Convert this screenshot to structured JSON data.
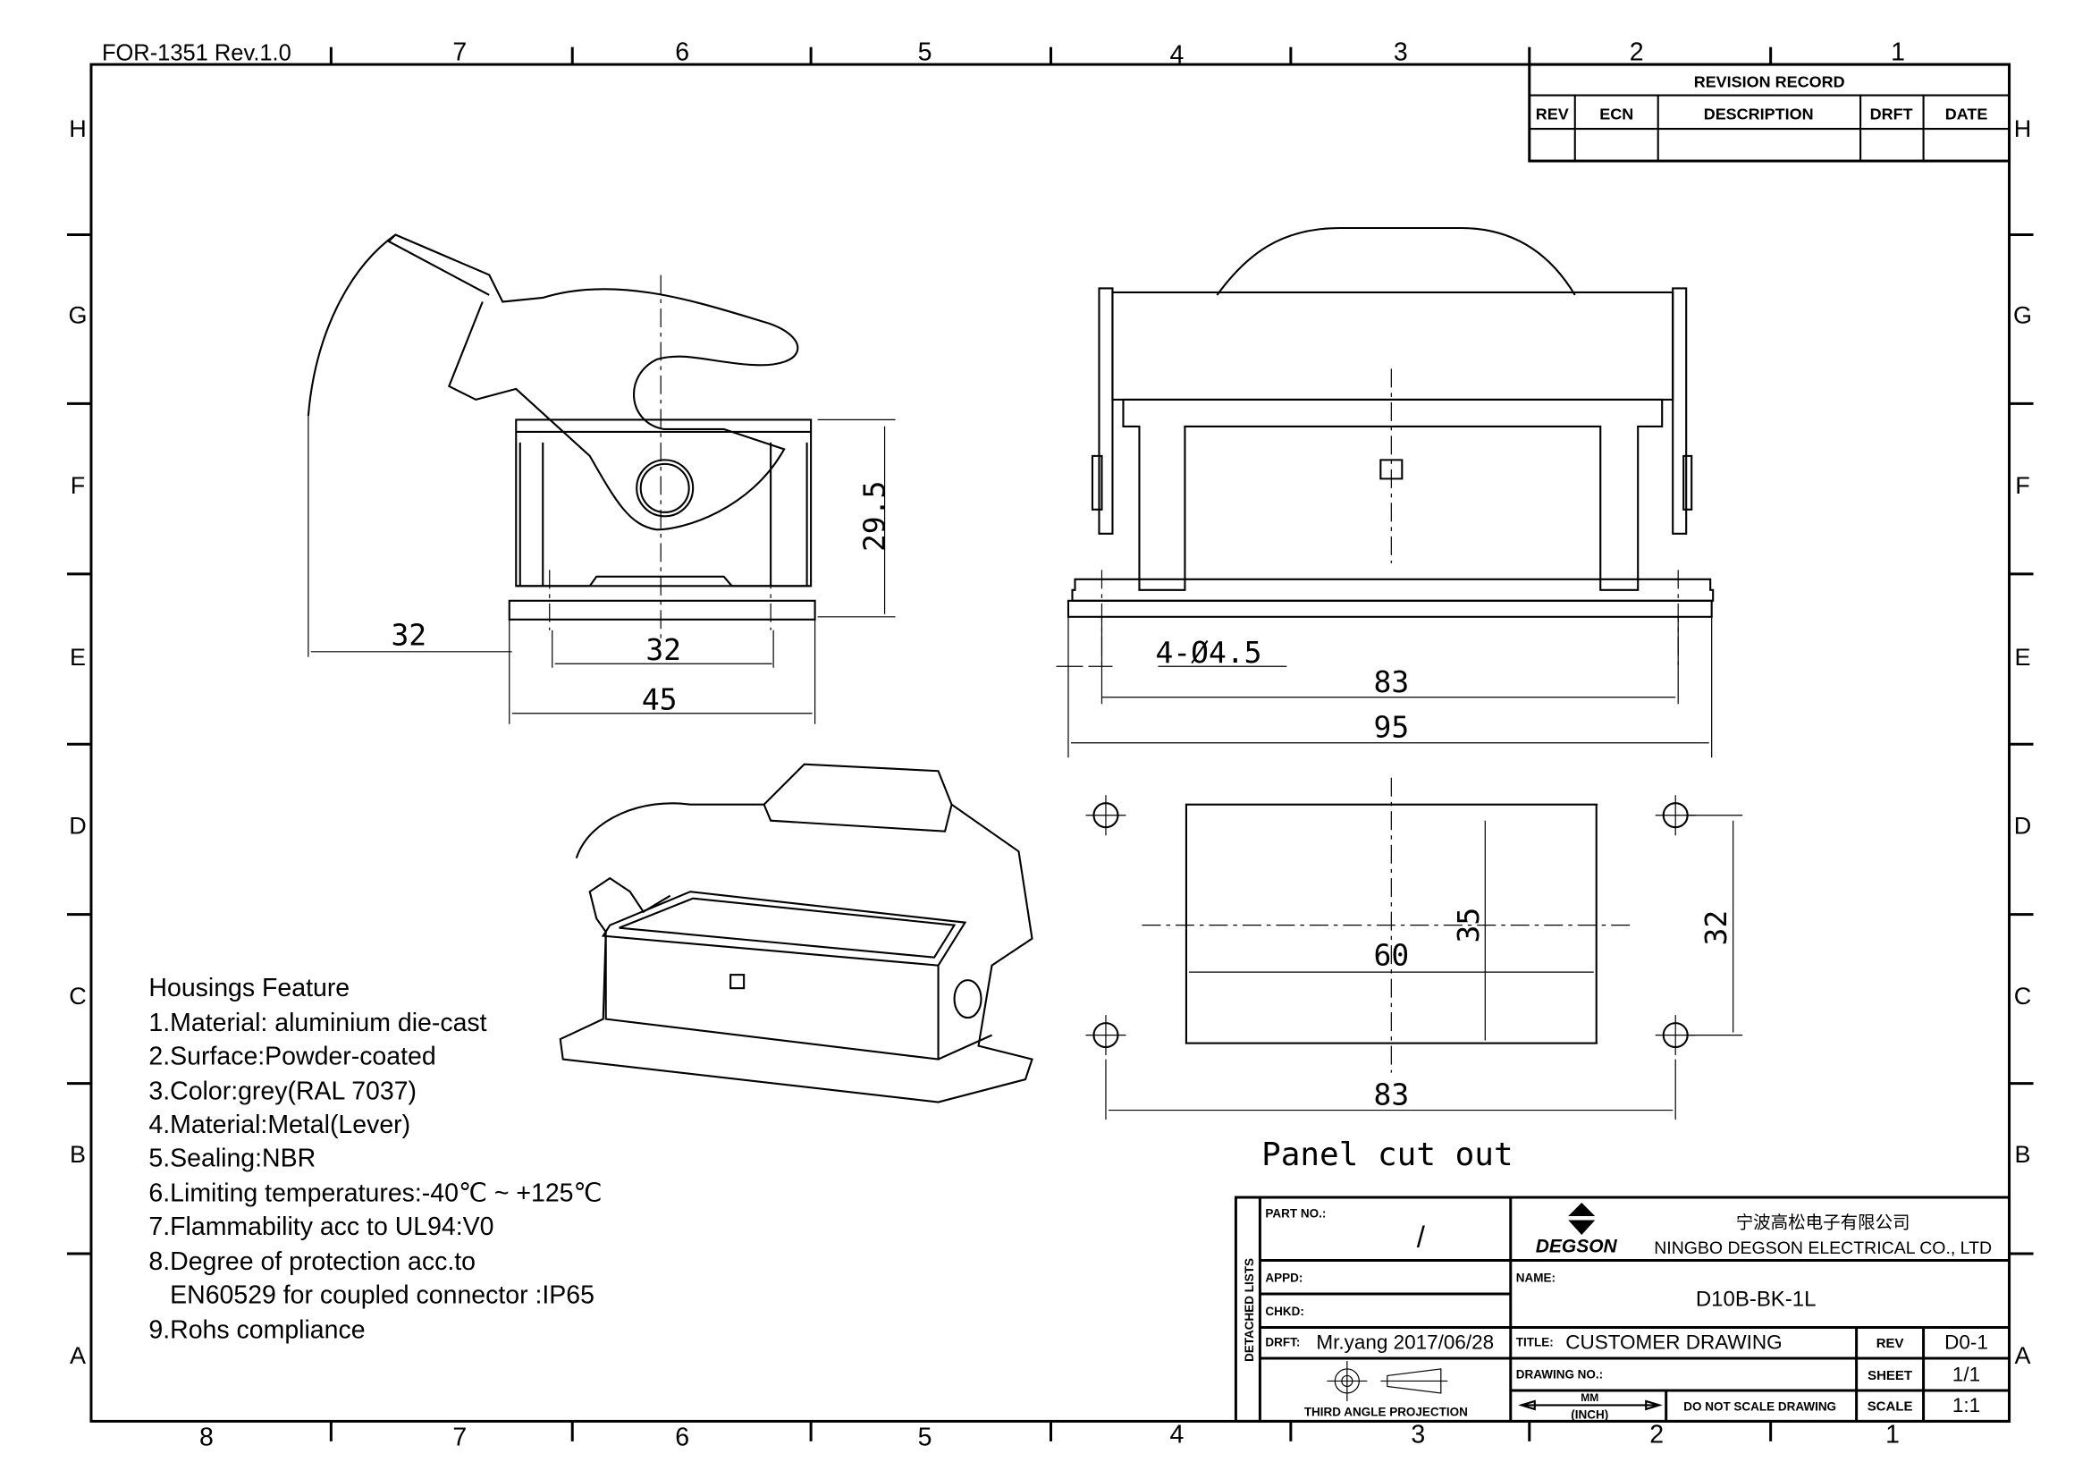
{
  "header": {
    "form_no": "FOR-1351 Rev.1.0"
  },
  "zones": {
    "columns": [
      "8",
      "7",
      "6",
      "5",
      "4",
      "3",
      "2",
      "1"
    ],
    "rows": [
      "H",
      "G",
      "F",
      "E",
      "D",
      "C",
      "B",
      "A"
    ]
  },
  "revision_record": {
    "title": "REVISION RECORD",
    "columns": [
      "REV",
      "ECN",
      "DESCRIPTION",
      "DRFT",
      "DATE"
    ]
  },
  "dimensions": {
    "side_lever": "32",
    "side_inner": "32",
    "side_width": "45",
    "side_height": "29.5",
    "holes": "4-Ø4.5",
    "front_holes": "83",
    "front_width": "95",
    "cut_height": "35",
    "cut_width": "60",
    "cut_holes_v": "32",
    "cut_holes_h": "83"
  },
  "panel_label": "Panel cut out",
  "features": {
    "title": "Housings Feature",
    "items": [
      "1.Material: aluminium die-cast",
      "2.Surface:Powder-coated",
      "3.Color:grey(RAL 7037)",
      "4.Material:Metal(Lever)",
      "5.Sealing:NBR",
      "6.Limiting temperatures:-40℃ ~ +125℃",
      "7.Flammability acc to UL94:V0",
      "8.Degree of protection acc.to",
      "   EN60529 for coupled connector :IP65",
      "9.Rohs compliance"
    ]
  },
  "title_block": {
    "detached_lists": "DETACHED LISTS",
    "part_no_label": "PART NO.:",
    "part_no": "/",
    "company_cn": "宁波高松电子有限公司",
    "company_en": "NINGBO DEGSON ELECTRICAL CO., LTD",
    "logo": "DEGSON",
    "appd_label": "APPD:",
    "chkd_label": "CHKD:",
    "drft_label": "DRFT:",
    "drft_value": "Mr.yang 2017/06/28",
    "name_label": "NAME:",
    "name_value": "D10B-BK-1L",
    "title_label": "TITLE:",
    "title_value": "CUSTOMER DRAWING",
    "rev_label": "REV",
    "rev_value": "D0-1",
    "drawing_no_label": "DRAWING NO.:",
    "sheet_label": "SHEET",
    "sheet_value": "1/1",
    "scale_label": "SCALE",
    "scale_value": "1:1",
    "projection": "THIRD ANGLE PROJECTION",
    "units_top": "MM",
    "units_bottom": "(INCH)",
    "no_scale": "DO NOT SCALE DRAWING"
  }
}
